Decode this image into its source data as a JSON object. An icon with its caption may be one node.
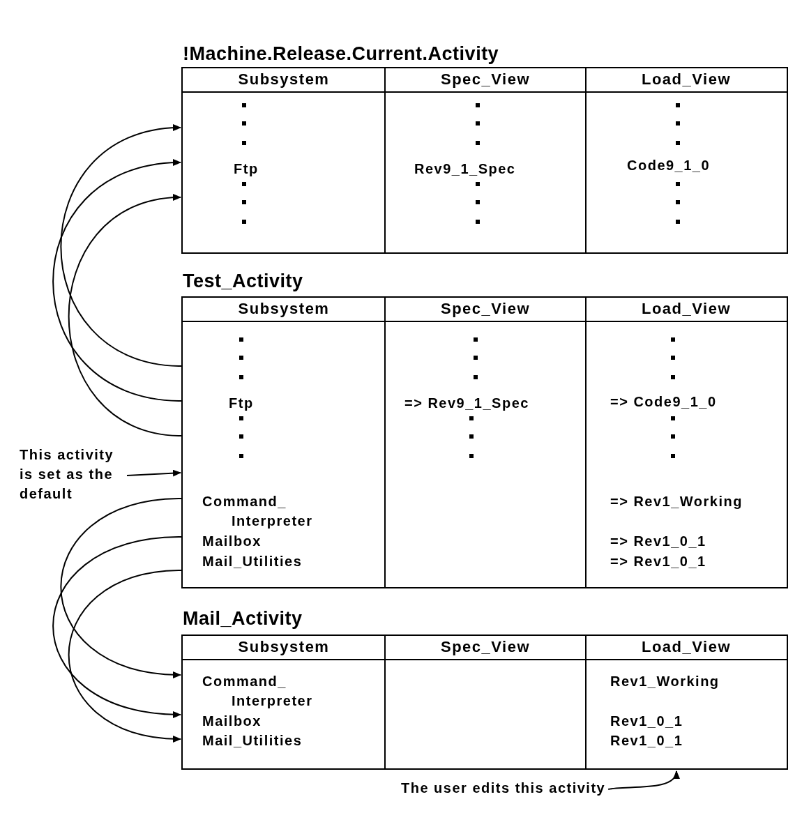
{
  "diagram": {
    "nodes": [
      {
        "text": [
          "!Machine.Release.Current.Activity"
        ]
      },
      {
        "text": [
          "Test_Activity"
        ]
      },
      {
        "text": [
          "Mail_Activity"
        ]
      },
      {
        "text": [
          "This activity is set as the default"
        ]
      },
      {
        "text": [
          "The user edits this activity"
        ]
      }
    ],
    "edges": [
      {
        "from": 1,
        "to": 0,
        "arrow": "to"
      },
      {
        "from": 1,
        "to": 0,
        "arrow": "to"
      },
      {
        "from": 1,
        "to": 0,
        "arrow": "to"
      },
      {
        "from": 3,
        "to": 1,
        "arrow": "to"
      },
      {
        "from": 1,
        "to": 2,
        "arrow": "to"
      },
      {
        "from": 1,
        "to": 2,
        "arrow": "to"
      },
      {
        "from": 1,
        "to": 2,
        "arrow": "to"
      },
      {
        "from": 4,
        "to": 2,
        "arrow": "to"
      }
    ],
    "labels": [
      "Subsystem",
      "Spec_View",
      "Load_View",
      "Ftp",
      "Rev9_1_Spec",
      "Code9_1_0",
      "Subsystem",
      "Spec_View",
      "Load_View",
      "Ftp",
      "=> Rev9_1_Spec",
      "=> Code9_1_0",
      "Command_ Interpreter",
      "=> Rev1_Working",
      "Mailbox",
      "=> Rev1_0_1",
      "Mail_Utilities",
      "=> Rev1_0_1",
      "Subsystem",
      "Spec_View",
      "Load_View",
      "Command_ Interpreter",
      "Rev1_Working",
      "Mailbox",
      "Rev1_0_1",
      "Mail_Utilities",
      "Rev1_0_1"
    ]
  }
}
